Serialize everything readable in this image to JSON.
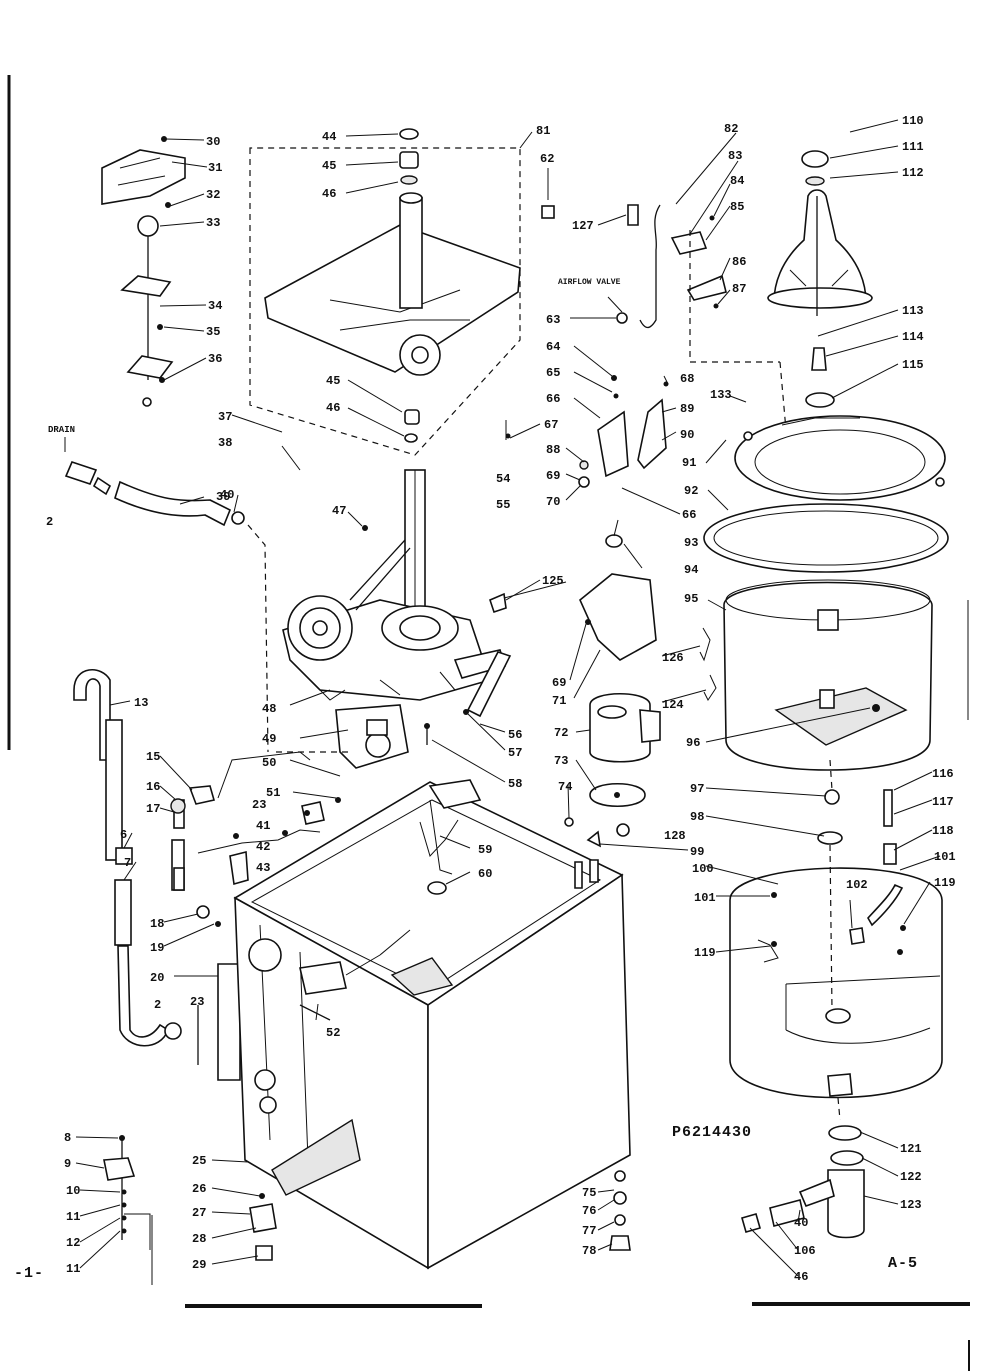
{
  "diagram": {
    "part_number": "P6214430",
    "page_label": "A-5",
    "page_number": "-1-",
    "drain_label": "DRAIN",
    "airflow_label": "AIRFLOW VALVE",
    "callouts": {
      "c30": "30",
      "c31": "31",
      "c32": "32",
      "c33": "33",
      "c34": "34",
      "c35": "35",
      "c36": "36",
      "c44": "44",
      "c45": "45",
      "c46": "46",
      "c81": "81",
      "c62": "62",
      "c45b": "45",
      "c46b": "46",
      "c37": "37",
      "c38": "38",
      "c39": "39",
      "c40": "40",
      "c2a": "2",
      "c47": "47",
      "c54": "54",
      "c55": "55",
      "c67": "67",
      "c125": "125",
      "c48": "48",
      "c49": "49",
      "c50": "50",
      "c51": "51",
      "c56": "56",
      "c57": "57",
      "c58": "58",
      "c13": "13",
      "c15": "15",
      "c16": "16",
      "c17": "17",
      "c6": "6",
      "c7": "7",
      "c18": "18",
      "c19": "19",
      "c20": "20",
      "c21": "2",
      "c23a": "23",
      "c23b": "23",
      "c41": "41",
      "c42": "42",
      "c43": "43",
      "c52": "52",
      "c59": "59",
      "c60": "60",
      "c8": "8",
      "c9": "9",
      "c10": "10",
      "c11a": "11",
      "c12": "12",
      "c11b": "11",
      "c25": "25",
      "c26": "26",
      "c27": "27",
      "c28": "28",
      "c29": "29",
      "c82": "82",
      "c83": "83",
      "c84": "84",
      "c85": "85",
      "c86": "86",
      "c87": "87",
      "c127": "127",
      "c63": "63",
      "c64": "64",
      "c65": "65",
      "c66": "66",
      "c68": "68",
      "c69": "69",
      "c70": "70",
      "c88": "88",
      "c89": "89",
      "c90": "90",
      "c133": "133",
      "c91": "91",
      "c92": "92",
      "c93": "93",
      "c94": "94",
      "c95": "95",
      "c96": "96",
      "c69b": "69",
      "c71": "71",
      "c72": "72",
      "c73": "73",
      "c74": "74",
      "c126": "126",
      "c124": "124",
      "c97": "97",
      "c98": "98",
      "c128": "128",
      "c99": "99",
      "c100": "100",
      "c101a": "101",
      "c119a": "119",
      "c102": "102",
      "c116": "116",
      "c117": "117",
      "c118": "118",
      "c101b": "101",
      "c119b": "119",
      "c110": "110",
      "c111": "111",
      "c112": "112",
      "c113": "113",
      "c114": "114",
      "c115": "115",
      "c75": "75",
      "c76": "76",
      "c77": "77",
      "c78": "78",
      "c121": "121",
      "c122": "122",
      "c123": "123",
      "c40b": "40",
      "c106": "106",
      "c46c": "46"
    }
  }
}
